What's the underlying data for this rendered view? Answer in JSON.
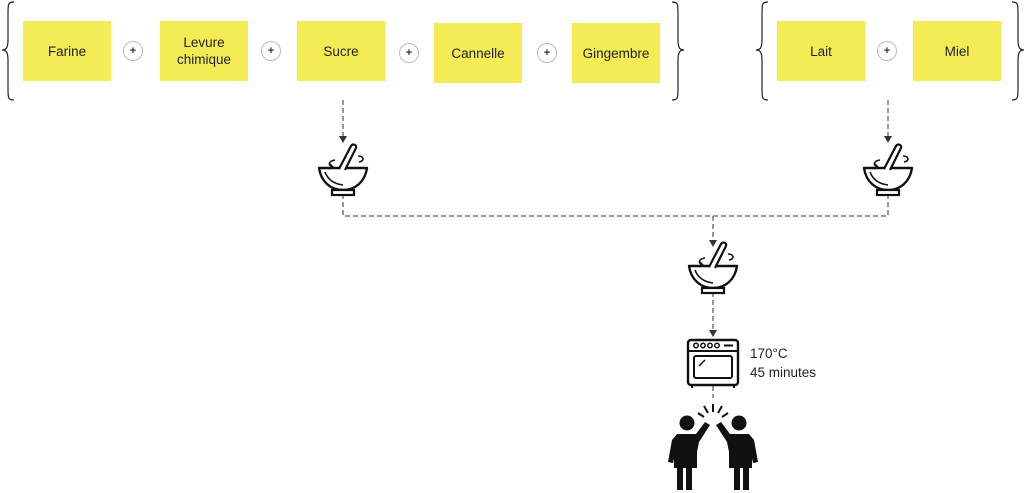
{
  "groups": [
    {
      "id": "dry",
      "ingredients": [
        "Farine",
        "Levure\nchimique",
        "Sucre",
        "Cannelle",
        "Gingembre"
      ]
    },
    {
      "id": "wet",
      "ingredients": [
        "Lait",
        "Miel"
      ]
    }
  ],
  "operator": "+",
  "oven": {
    "temperature": "170°C",
    "duration": "45 minutes"
  },
  "icons": {
    "mixing_bowl": "mixing-bowl-icon",
    "oven": "oven-icon",
    "celebration": "high-five-icon"
  },
  "colors": {
    "note": "#f5ec55",
    "line": "#333333"
  }
}
